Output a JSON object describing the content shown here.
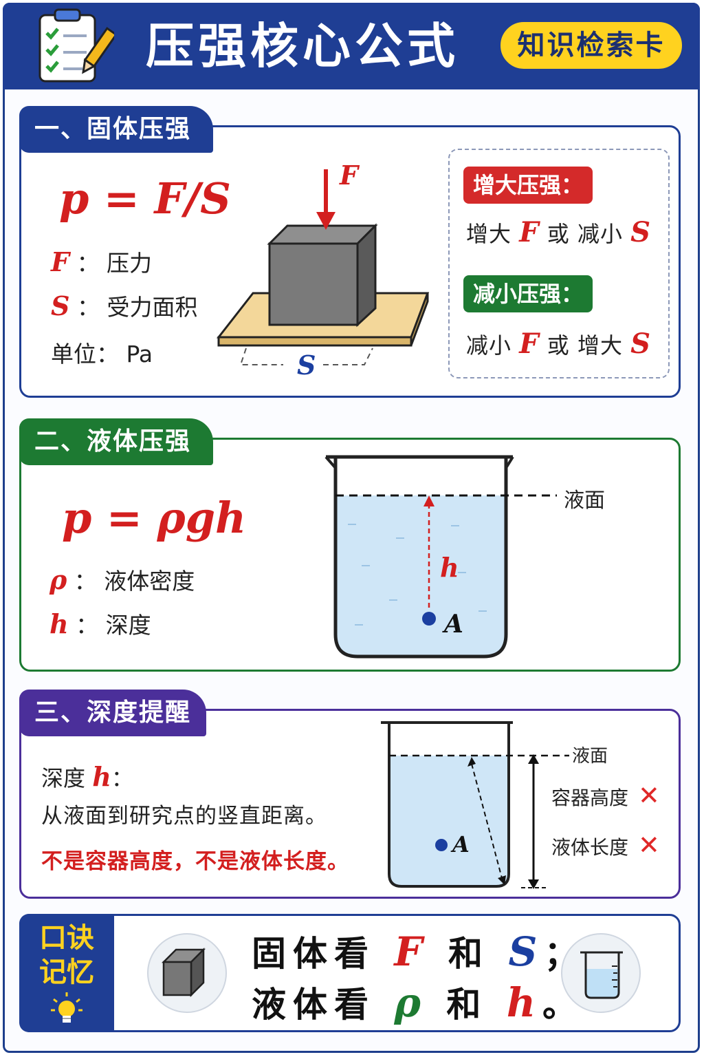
{
  "header": {
    "title": "压强核心公式",
    "badge": "知识检索卡"
  },
  "section1": {
    "tab": "一、固体压强",
    "formula": "p = F/S",
    "defs": [
      {
        "symbol": "F",
        "sep": "：",
        "text": "压力"
      },
      {
        "symbol": "S",
        "sep": "：",
        "text": "受力面积"
      }
    ],
    "unit": "单位： Pa",
    "figure": {
      "force_label": "F",
      "area_label": "S"
    },
    "increase": {
      "pill": "增大压强：",
      "line": [
        "增大 ",
        "F",
        " 或 减小 ",
        "S"
      ]
    },
    "decrease": {
      "pill": "减小压强：",
      "line": [
        "减小 ",
        "F",
        " 或 增大 ",
        "S"
      ]
    }
  },
  "section2": {
    "tab": "二、液体压强",
    "formula": "p = ρgh",
    "defs": [
      {
        "symbol": "ρ",
        "sep": "：",
        "text": "液体密度"
      },
      {
        "symbol": "h",
        "sep": "：",
        "text": "深度"
      }
    ],
    "figure": {
      "surface_label": "液面",
      "depth_label": "h",
      "point_label": "A"
    }
  },
  "section3": {
    "tab": "三、深度提醒",
    "depth_prefix": "深度 ",
    "depth_symbol": "h",
    "depth_suffix": "：",
    "definition": "从液面到研究点的竖直距离。",
    "warning": "不是容器高度，不是液体长度。",
    "figure": {
      "surface_label": "液面",
      "point_label": "A",
      "wrong1": "容器高度",
      "wrong2": "液体长度",
      "cross": "✕"
    }
  },
  "mnemonic": {
    "title_line1": "口诀",
    "title_line2": "记忆",
    "line1": [
      "固体看 ",
      "F",
      " 和 ",
      "S",
      "；"
    ],
    "line2": [
      "液体看 ",
      "ρ",
      " 和 ",
      "h",
      "。"
    ]
  },
  "colors": {
    "navy": "#1f3e94",
    "green": "#1d7a32",
    "purple": "#4b2f9a",
    "red": "#d31f1f",
    "yellow": "#ffd21f",
    "water": "#cfe6f7"
  }
}
